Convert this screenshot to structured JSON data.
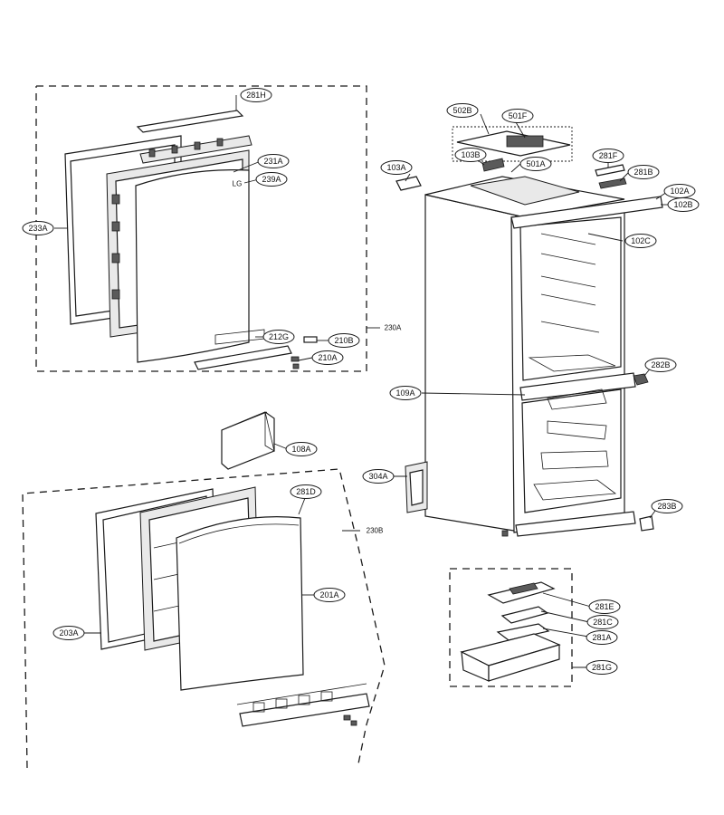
{
  "diagram": {
    "door_logo_text": "LG",
    "callouts": [
      {
        "id": "281H",
        "label": "281H"
      },
      {
        "id": "231A",
        "label": "231A"
      },
      {
        "id": "239A",
        "label": "239A"
      },
      {
        "id": "233A",
        "label": "233A"
      },
      {
        "id": "212G",
        "label": "212G"
      },
      {
        "id": "210B",
        "label": "210B"
      },
      {
        "id": "210A",
        "label": "210A"
      },
      {
        "id": "230A",
        "label": "230A"
      },
      {
        "id": "108A",
        "label": "108A"
      },
      {
        "id": "281D",
        "label": "281D"
      },
      {
        "id": "230B",
        "label": "230B"
      },
      {
        "id": "201A",
        "label": "201A"
      },
      {
        "id": "203A",
        "label": "203A"
      },
      {
        "id": "502B",
        "label": "502B"
      },
      {
        "id": "501F",
        "label": "501F"
      },
      {
        "id": "103B",
        "label": "103B"
      },
      {
        "id": "501A",
        "label": "501A"
      },
      {
        "id": "103A",
        "label": "103A"
      },
      {
        "id": "281F",
        "label": "281F"
      },
      {
        "id": "281B",
        "label": "281B"
      },
      {
        "id": "102A",
        "label": "102A"
      },
      {
        "id": "102B",
        "label": "102B"
      },
      {
        "id": "102C",
        "label": "102C"
      },
      {
        "id": "282B",
        "label": "282B"
      },
      {
        "id": "109A",
        "label": "109A"
      },
      {
        "id": "304A",
        "label": "304A"
      },
      {
        "id": "283B",
        "label": "283B"
      },
      {
        "id": "281E",
        "label": "281E"
      },
      {
        "id": "281C",
        "label": "281C"
      },
      {
        "id": "281A",
        "label": "281A"
      },
      {
        "id": "281G",
        "label": "281G"
      }
    ]
  }
}
